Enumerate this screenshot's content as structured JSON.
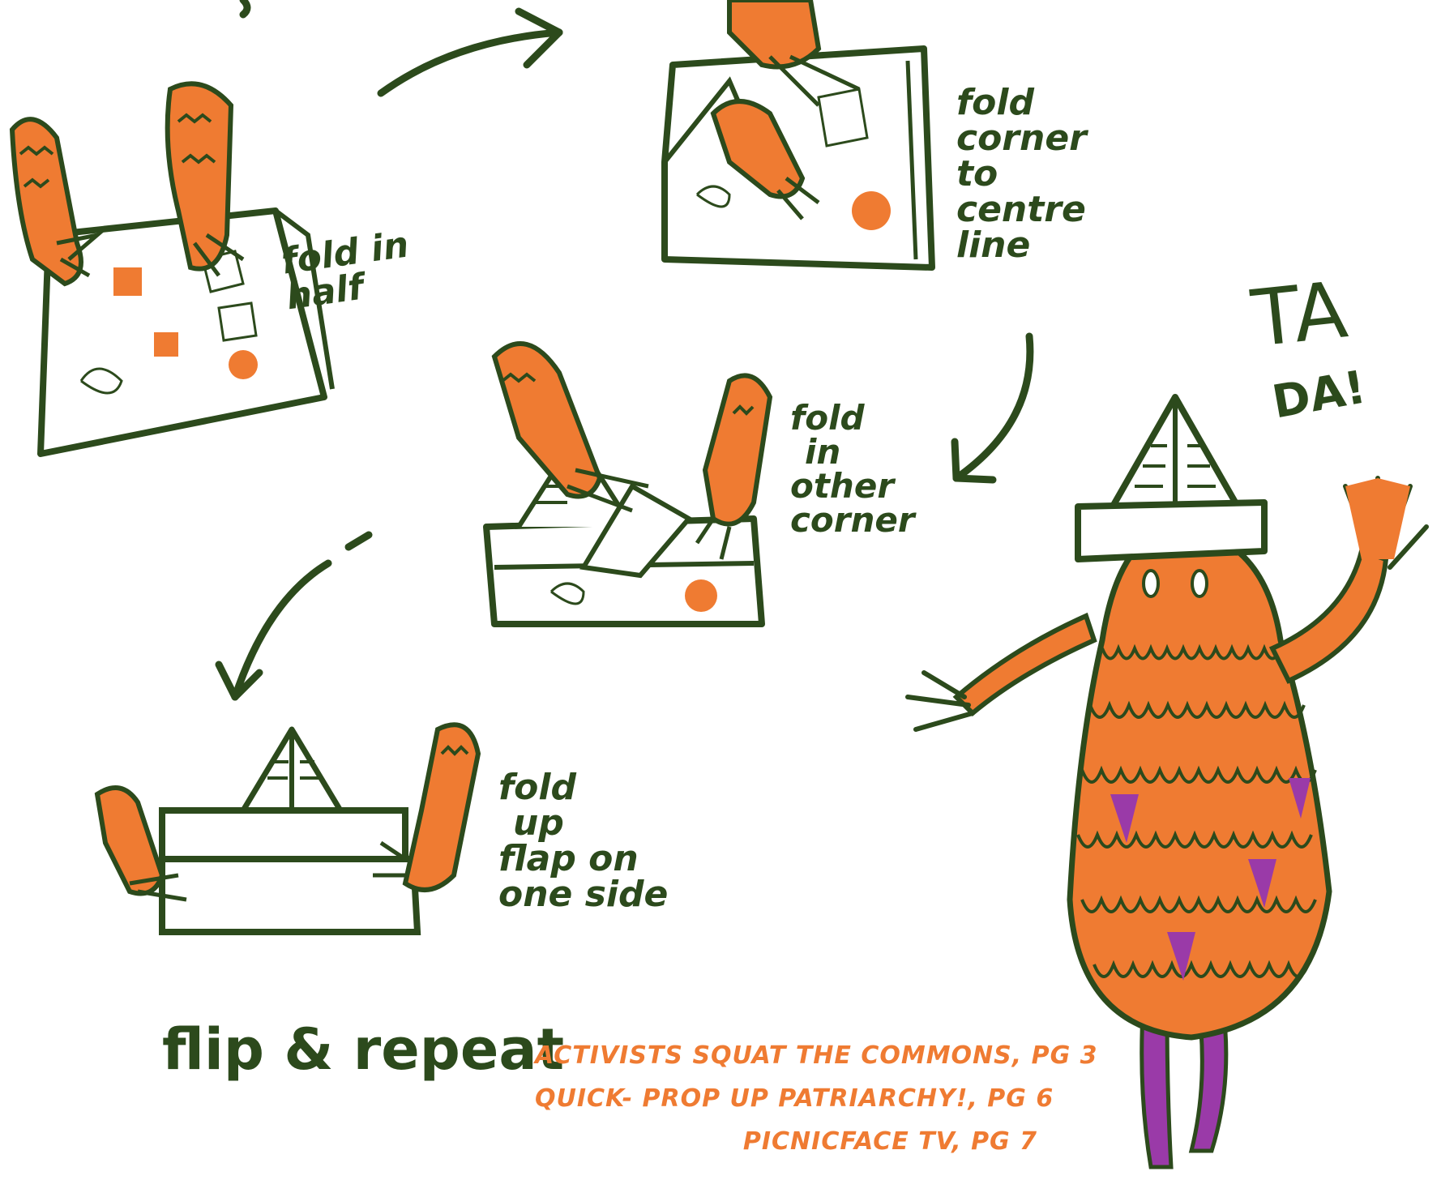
{
  "colors": {
    "ink": "#2c4a1c",
    "orange": "#ef7b32",
    "purple": "#9a3aa8",
    "paper": "#ffffff"
  },
  "steps": {
    "step1": "fold in half",
    "step2_lines": [
      "fold",
      "corner",
      "to",
      "centre",
      "line"
    ],
    "step3_lines": [
      "fold",
      "in",
      "other",
      "corner"
    ],
    "step4_lines": [
      "fold",
      "up",
      "flap on",
      "one side"
    ],
    "step5": "flip & repeat"
  },
  "tada": {
    "line1": "TA",
    "line2": "DA!"
  },
  "teasers": [
    "ACTIVISTS SQUAT THE COMMONS, PG 3",
    "QUICK- PROP UP PATRIARCHY!, PG 6",
    "PICNICFACE TV, PG 7"
  ]
}
